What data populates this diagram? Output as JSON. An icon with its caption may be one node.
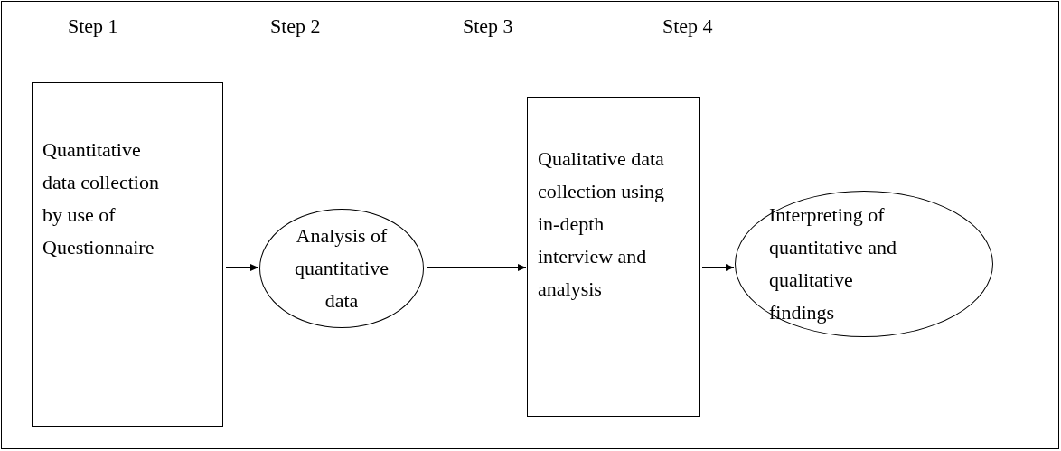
{
  "diagram": {
    "nodes": [
      {
        "text": [
          "Quantitative data collection by use of Questionnaire"
        ]
      },
      {
        "text": [
          "Analysis of quantitative data"
        ]
      },
      {
        "text": [
          "Qualitative data collection using in-depth interview and analysis"
        ]
      },
      {
        "text": [
          "Interpreting of quantitative and qualitative findings"
        ]
      }
    ],
    "edges": [
      {
        "from": 0,
        "to": 1,
        "arrow": "to"
      },
      {
        "from": 1,
        "to": 2,
        "arrow": "to"
      },
      {
        "from": 2,
        "to": 3,
        "arrow": "to"
      }
    ],
    "labels": [
      "Step 1",
      "Step 2",
      "Step 3",
      "Step 4"
    ]
  }
}
